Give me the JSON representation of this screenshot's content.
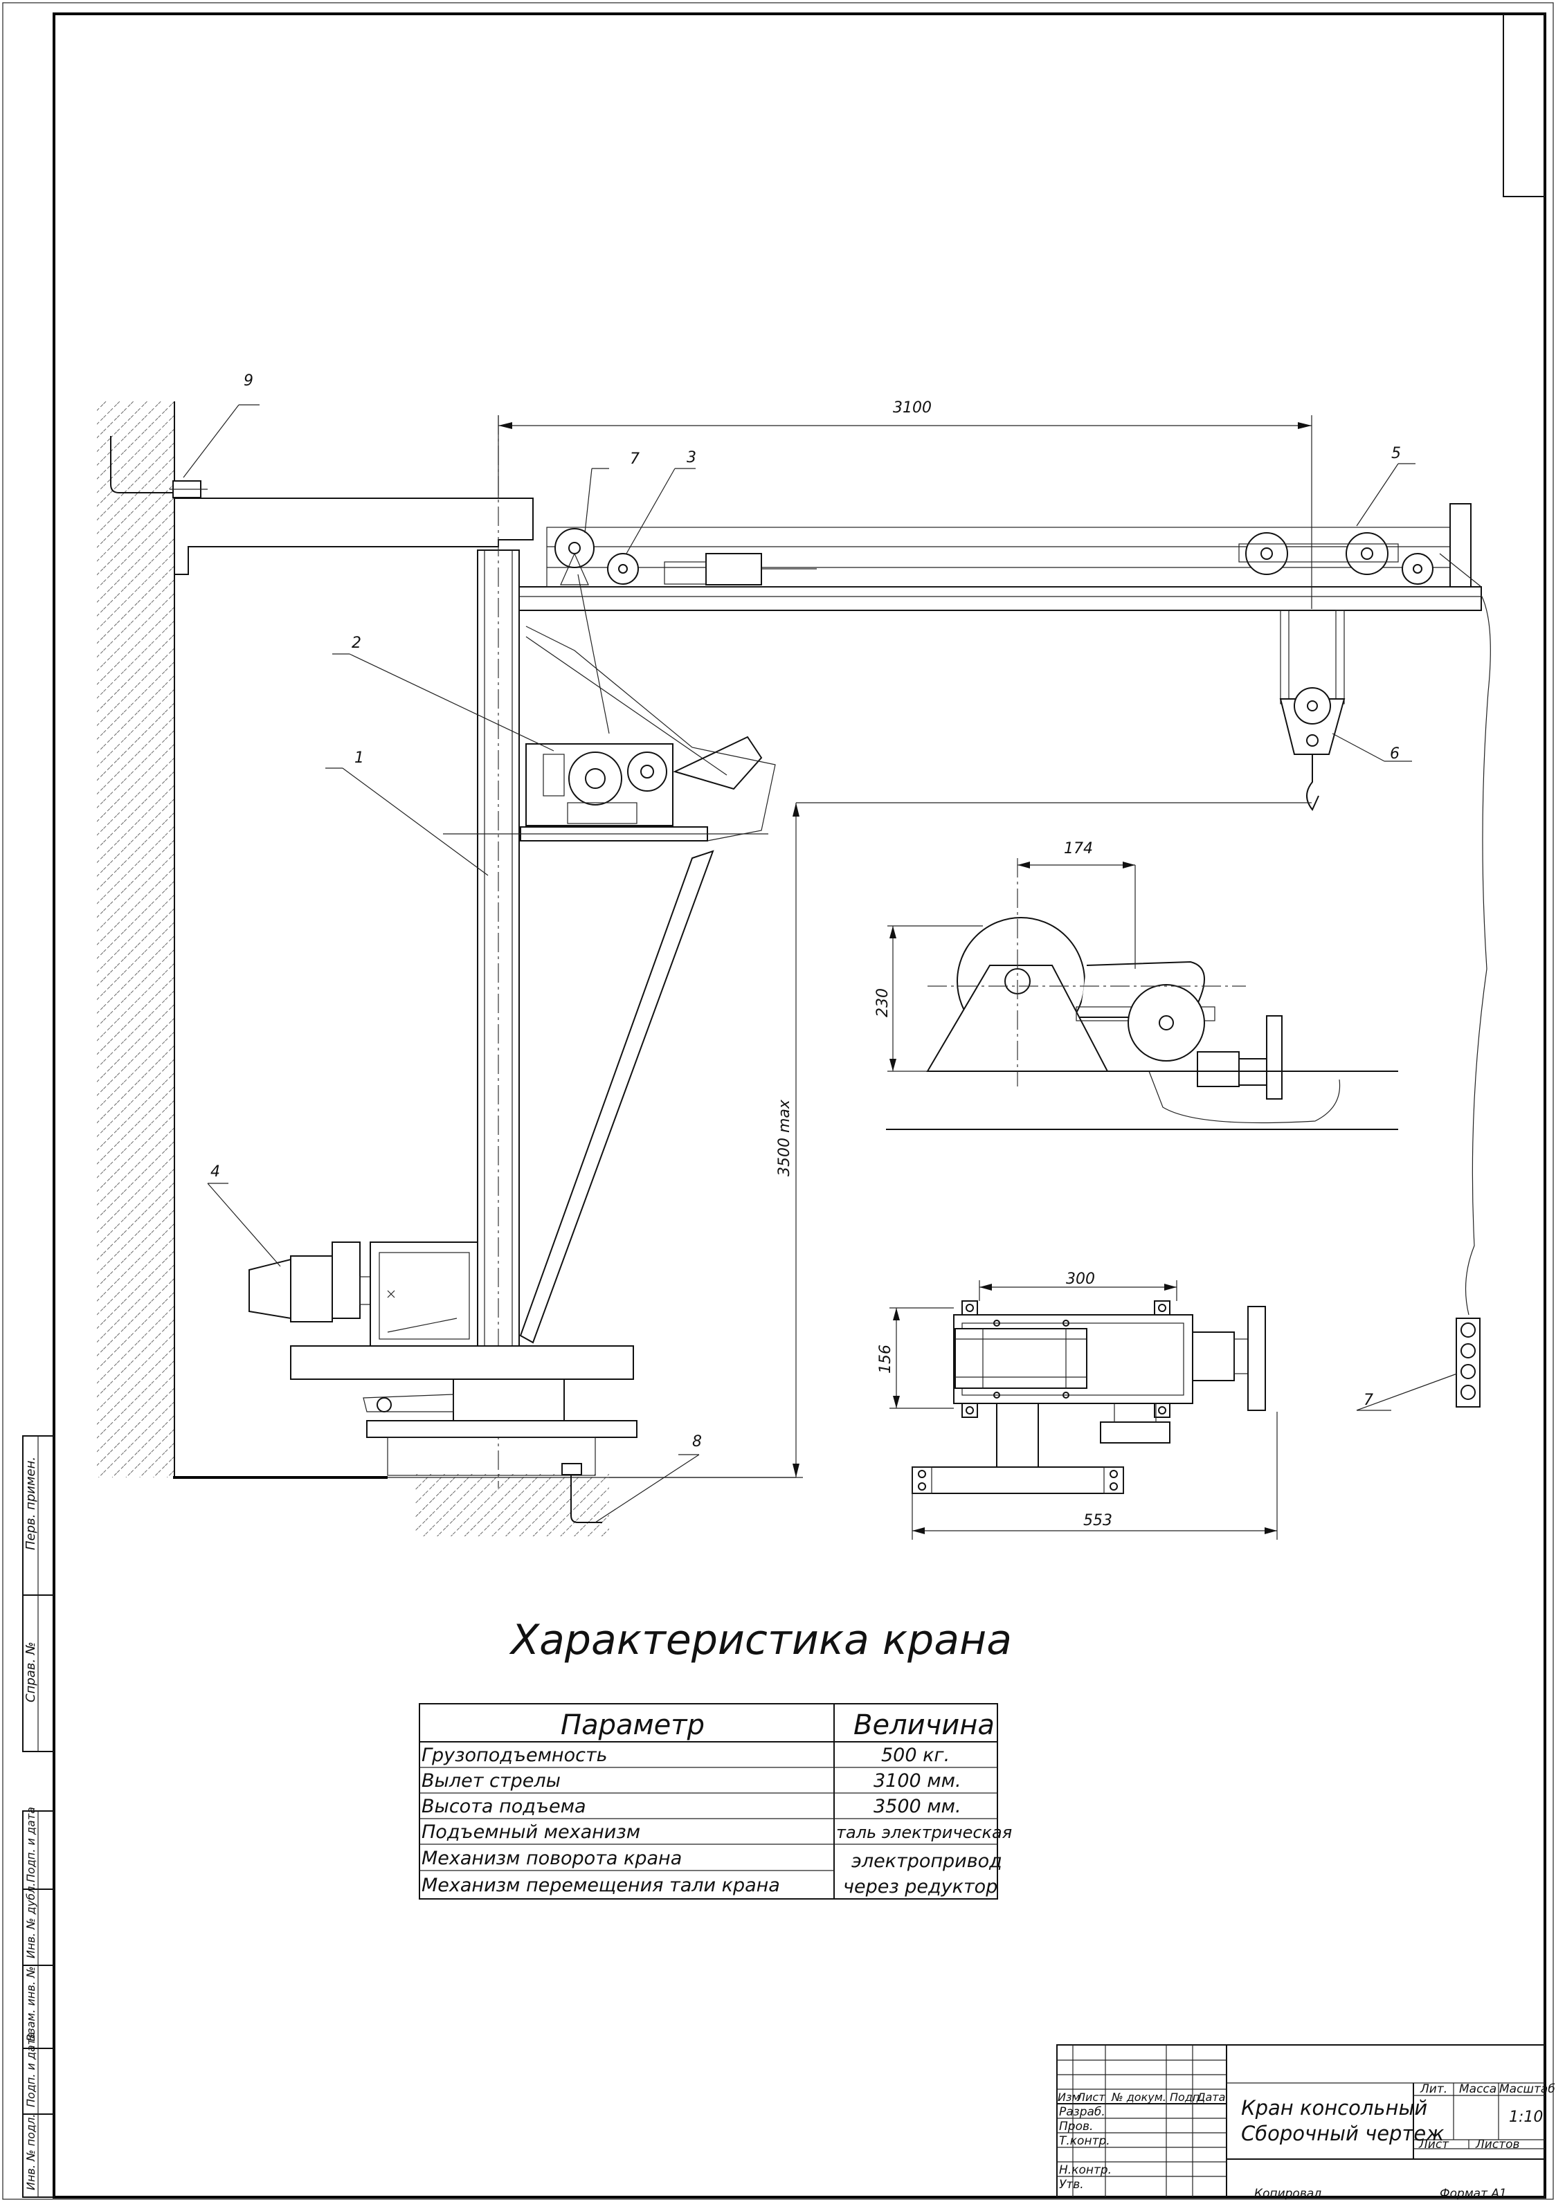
{
  "title": "Характеристика крана",
  "table": {
    "headers": [
      "Параметр",
      "Величина"
    ],
    "rows": [
      [
        "Грузоподъемность",
        "500 кг."
      ],
      [
        "Вылет стрелы",
        "3100 мм."
      ],
      [
        "Высота подъема",
        "3500 мм."
      ],
      [
        "Подъемный механизм",
        "таль электрическая"
      ],
      [
        "Механизм поворота крана",
        "электропривод"
      ],
      [
        "Механизм перемещения тали крана",
        "через редуктор"
      ]
    ]
  },
  "dimensions": {
    "boom_reach": "3100",
    "lift_height": "3500 max",
    "hoist_width": "174",
    "hoist_height": "230",
    "gear_width": "300",
    "gear_height": "156",
    "base_width": "553"
  },
  "callouts": [
    "1",
    "2",
    "3",
    "4",
    "5",
    "6",
    "7",
    "7",
    "8",
    "9"
  ],
  "title_block": {
    "name_line1": "Кран консольный",
    "name_line2": "Сборочный чертеж",
    "col_lit": "Лит.",
    "col_mass": "Масса",
    "col_scale": "Масштаб",
    "scale": "1:10",
    "sheet": "Лист",
    "sheets": "Листов",
    "rows": [
      "Изм",
      "Лист",
      "№ докум.",
      "Подп.",
      "Дата"
    ],
    "roles": [
      "Разраб.",
      "Пров.",
      "Т.контр.",
      "Н.контр.",
      "Утв."
    ],
    "copied": "Копировал",
    "format": "Формат   А1"
  },
  "side_stamps": [
    "Перв. примен.",
    "Справ. №",
    "Подп. и дата",
    "Инв. № дубл.",
    "Взам. инв. №",
    "Подп. и дата",
    "Инв. № подл."
  ]
}
